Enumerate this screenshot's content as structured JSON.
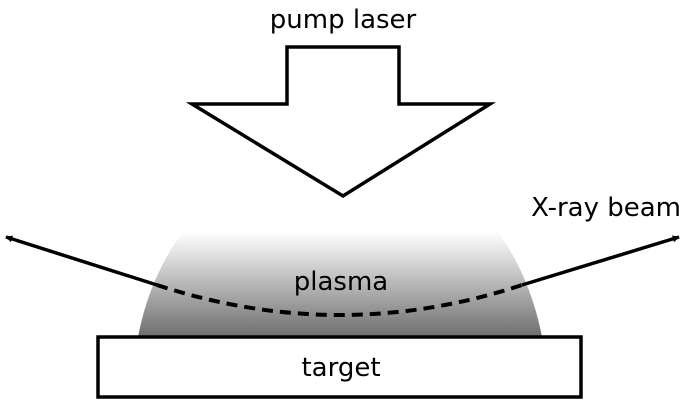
{
  "labels": {
    "pump_laser": "pump laser",
    "xray_beam": "X-ray beam",
    "plasma": "plasma",
    "target": "target"
  },
  "colors": {
    "stroke": "#000000",
    "fill": "#ffffff",
    "plasma_top": "#ffffff",
    "plasma_bottom": "#6e6e6e"
  }
}
